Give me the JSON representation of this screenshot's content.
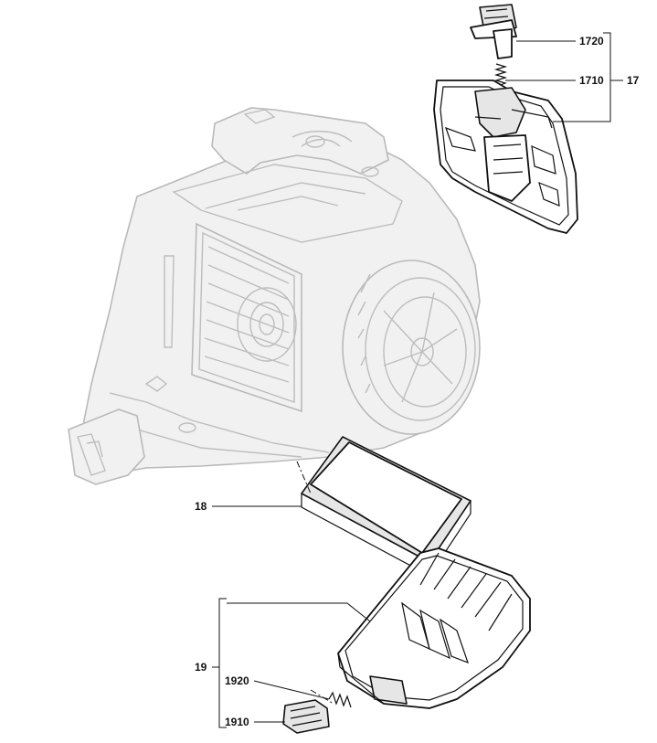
{
  "labels": {
    "p1720": "1720",
    "p1710": "1710",
    "p17": "17",
    "p18": "18",
    "p19": "19",
    "p1920": "1920",
    "p1910": "1910"
  },
  "icons": {
    "vacuum": "vacuum-cleaner-body-outline",
    "handle": "filter-cover-handle",
    "spring": "spring",
    "frame": "filter-cover-frame",
    "filter": "hepa-filter",
    "cover": "exhaust-grille-cover",
    "latch": "cover-latch"
  }
}
